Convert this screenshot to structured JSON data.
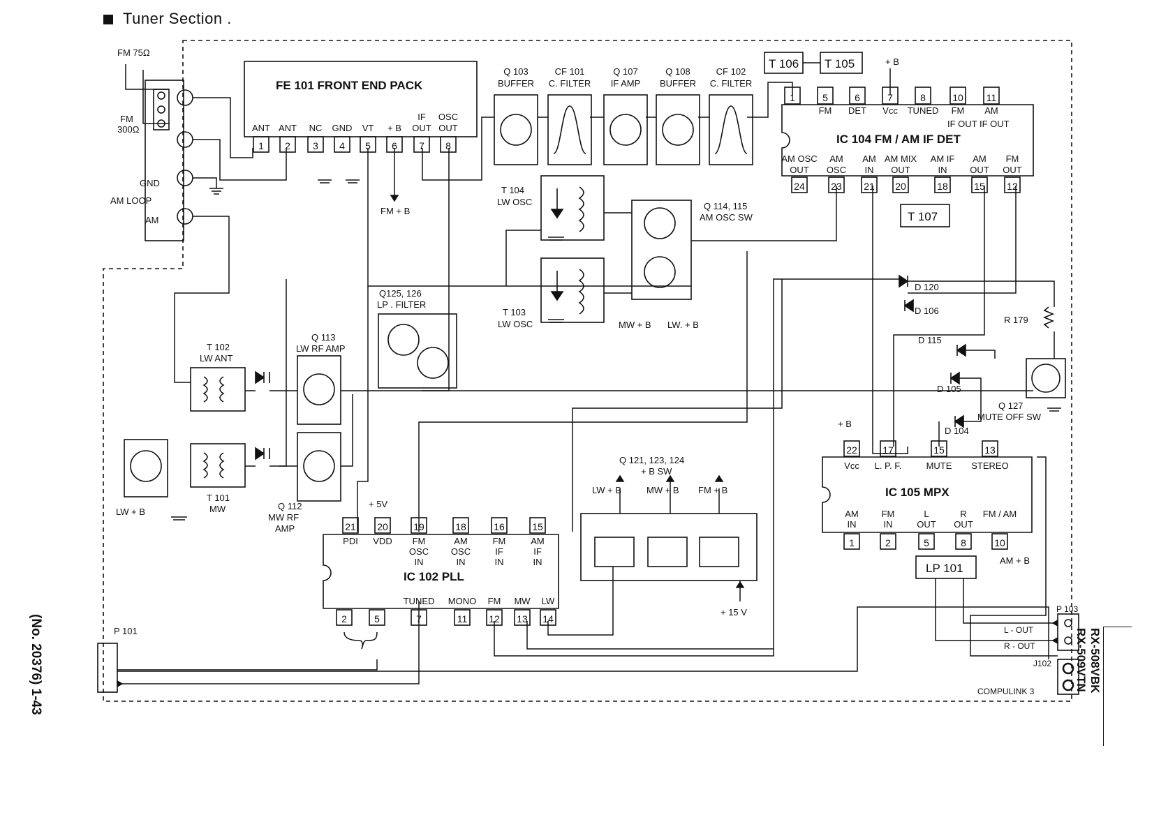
{
  "title": "Tuner Section .",
  "side_reference": "(No. 20376) 1-43",
  "models": [
    "RX-508VBK",
    "RX-509VTN"
  ],
  "connectors": {
    "fm75": "FM 75Ω",
    "fm300_a": "FM",
    "fm300_b": "300Ω",
    "gnd": "GND",
    "am_loop": "AM LOOP",
    "am": "AM",
    "p101": "P 101",
    "p103": "P 103",
    "l_out": "L - OUT",
    "r_out": "R - OUT",
    "j102": "J102",
    "compulink": "COMPULINK 3"
  },
  "fe101": {
    "title": "FE 101  FRONT END PACK",
    "pins": [
      {
        "num": "1",
        "label": "ANT"
      },
      {
        "num": "2",
        "label": "ANT"
      },
      {
        "num": "3",
        "label": "NC"
      },
      {
        "num": "4",
        "label": "GND"
      },
      {
        "num": "5",
        "label": "VT"
      },
      {
        "num": "6",
        "label": "+ B"
      },
      {
        "num": "7",
        "label": "IF OUT"
      },
      {
        "num": "8",
        "label": "OSC OUT"
      }
    ],
    "fm_b": "FM + B"
  },
  "if_chain": [
    {
      "ref": "Q 103",
      "label": "BUFFER"
    },
    {
      "ref": "CF 101",
      "label": "C. FILTER"
    },
    {
      "ref": "Q 107",
      "label": "IF AMP"
    },
    {
      "ref": "Q 108",
      "label": "BUFFER"
    },
    {
      "ref": "CF 102",
      "label": "C. FILTER"
    }
  ],
  "t106": "T 106",
  "t105": "T 105",
  "plus_b": "+ B",
  "ic104": {
    "title": "IC 104  FM / AM  IF DET",
    "top_pins": [
      {
        "num": "1",
        "label": ""
      },
      {
        "num": "5",
        "label": "FM"
      },
      {
        "num": "6",
        "label": "DET"
      },
      {
        "num": "7",
        "label": "Vcc"
      },
      {
        "num": "8",
        "label": "TUNED"
      },
      {
        "num": "10",
        "label": "FM"
      },
      {
        "num": "11",
        "label": "AM"
      }
    ],
    "if_out_labels": "IF OUT  IF OUT",
    "bottom_pins": [
      {
        "num": "24",
        "label1": "AM OSC",
        "label2": "OUT"
      },
      {
        "num": "23",
        "label1": "AM",
        "label2": "OSC"
      },
      {
        "num": "21",
        "label1": "AM",
        "label2": "IN"
      },
      {
        "num": "20",
        "label1": "AM MIX",
        "label2": "OUT"
      },
      {
        "num": "18",
        "label1": "AM IF",
        "label2": "IN"
      },
      {
        "num": "15",
        "label1": "AM",
        "label2": "OUT"
      },
      {
        "num": "12",
        "label1": "FM",
        "label2": "OUT"
      }
    ],
    "t107": "T 107"
  },
  "lw_osc": {
    "ref": "T 104",
    "label": "LW OSC"
  },
  "mw_osc": {
    "ref": "T 103",
    "label": "LW OSC"
  },
  "q114": {
    "ref": "Q 114, 115",
    "label": "AM OSC SW",
    "mw_b": "MW + B",
    "lw_b": "LW. + B"
  },
  "q125": {
    "ref": "Q125, 126",
    "label": "LP . FILTER"
  },
  "diodes": {
    "d120": "D 120",
    "d106": "D 106",
    "d115": "D 115",
    "d105": "D 105",
    "d104": "D 104",
    "r179": "R 179"
  },
  "q127": {
    "ref": "Q 127",
    "label": "MUTE OFF SW"
  },
  "t102": {
    "ref": "T 102",
    "label": "LW ANT"
  },
  "q113": {
    "ref": "Q  113",
    "label": "LW RF AMP"
  },
  "t101": {
    "ref": "T 101",
    "label": "MW"
  },
  "q112": {
    "ref": "Q  112",
    "label1": "MW RF",
    "label2": "AMP"
  },
  "lw_b_left": "LW + B",
  "ic102": {
    "title": "IC 102  PLL",
    "plus5v": "+ 5V",
    "top_pins": [
      {
        "num": "21",
        "label1": "PDI",
        "label2": ""
      },
      {
        "num": "20",
        "label1": "VDD",
        "label2": ""
      },
      {
        "num": "19",
        "label1": "FM",
        "label2": "OSC",
        "label3": "IN"
      },
      {
        "num": "18",
        "label1": "AM",
        "label2": "OSC",
        "label3": "IN"
      },
      {
        "num": "16",
        "label1": "FM",
        "label2": "IF",
        "label3": "IN"
      },
      {
        "num": "15",
        "label1": "AM",
        "label2": "IF",
        "label3": "IN"
      }
    ],
    "bottom_pins": [
      {
        "num": "2",
        "label": ""
      },
      {
        "num": "5",
        "label": ""
      },
      {
        "num": "7",
        "label": "TUNED"
      },
      {
        "num": "11",
        "label": "MONO"
      },
      {
        "num": "12",
        "label": "FM"
      },
      {
        "num": "13",
        "label": "MW"
      },
      {
        "num": "14",
        "label": "LW"
      }
    ]
  },
  "q121": {
    "ref": "Q  121, 123, 124",
    "label": "+ B  SW",
    "outs": [
      "LW + B",
      "MW + B",
      "FM + B"
    ],
    "plus15": "+ 15 V"
  },
  "ic105": {
    "title": "IC 105  MPX",
    "plus_b": "+ B",
    "top_pins": [
      {
        "num": "22",
        "label": "Vcc"
      },
      {
        "num": "17",
        "label": "L. P. F."
      },
      {
        "num": "15",
        "label": "MUTE"
      },
      {
        "num": "13",
        "label": "STEREO"
      }
    ],
    "bottom_pins": [
      {
        "num": "1",
        "label1": "AM",
        "label2": "IN"
      },
      {
        "num": "2",
        "label1": "FM",
        "label2": "IN"
      },
      {
        "num": "5",
        "label1": "L",
        "label2": "OUT"
      },
      {
        "num": "8",
        "label1": "R",
        "label2": "OUT"
      },
      {
        "num": "10",
        "label1": "FM / AM",
        "label2": ""
      }
    ],
    "am_b": "AM + B",
    "lp101": "LP 101"
  }
}
